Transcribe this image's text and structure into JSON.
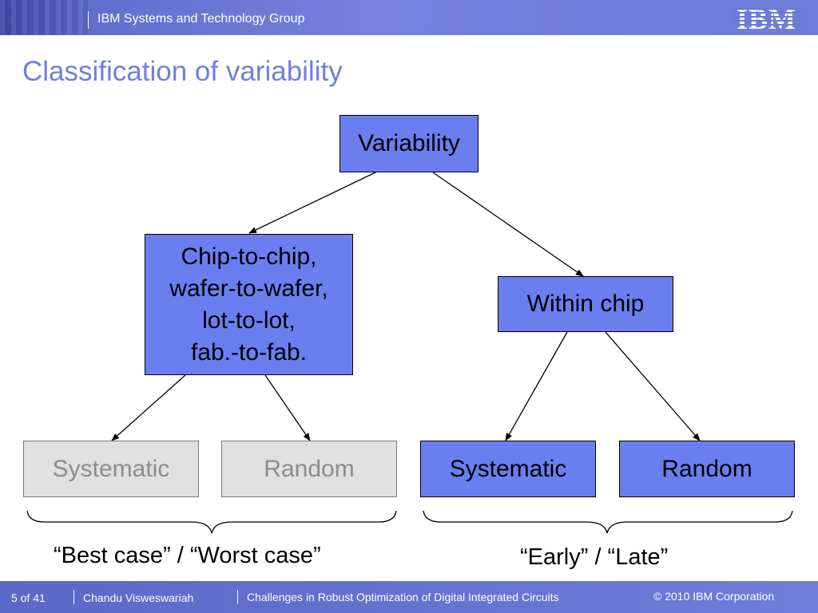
{
  "header": {
    "org": "IBM Systems and Technology Group",
    "logo_text": "IBM"
  },
  "slide": {
    "title": "Classification of variability"
  },
  "diagram": {
    "root": "Variability",
    "left_node": [
      "Chip-to-chip,",
      "wafer-to-wafer,",
      "lot-to-lot,",
      "fab.-to-fab."
    ],
    "right_node": "Within chip",
    "leaf_left_systematic": "Systematic",
    "leaf_left_random": "Random",
    "leaf_right_systematic": "Systematic",
    "leaf_right_random": "Random",
    "caption_left": "“Best case” / “Worst case”",
    "caption_right": "“Early” / “Late”"
  },
  "footer": {
    "page": "5 of 41",
    "author": "Chandu Visweswariah",
    "talk_title": "Challenges in Robust Optimization of Digital Integrated Circuits",
    "copyright": "© 2010 IBM Corporation"
  },
  "colors": {
    "node_blue": "#6b7ef0",
    "node_gray": "#e0e0e0",
    "title": "#6f7fe0",
    "bar": "#5a68c8"
  }
}
